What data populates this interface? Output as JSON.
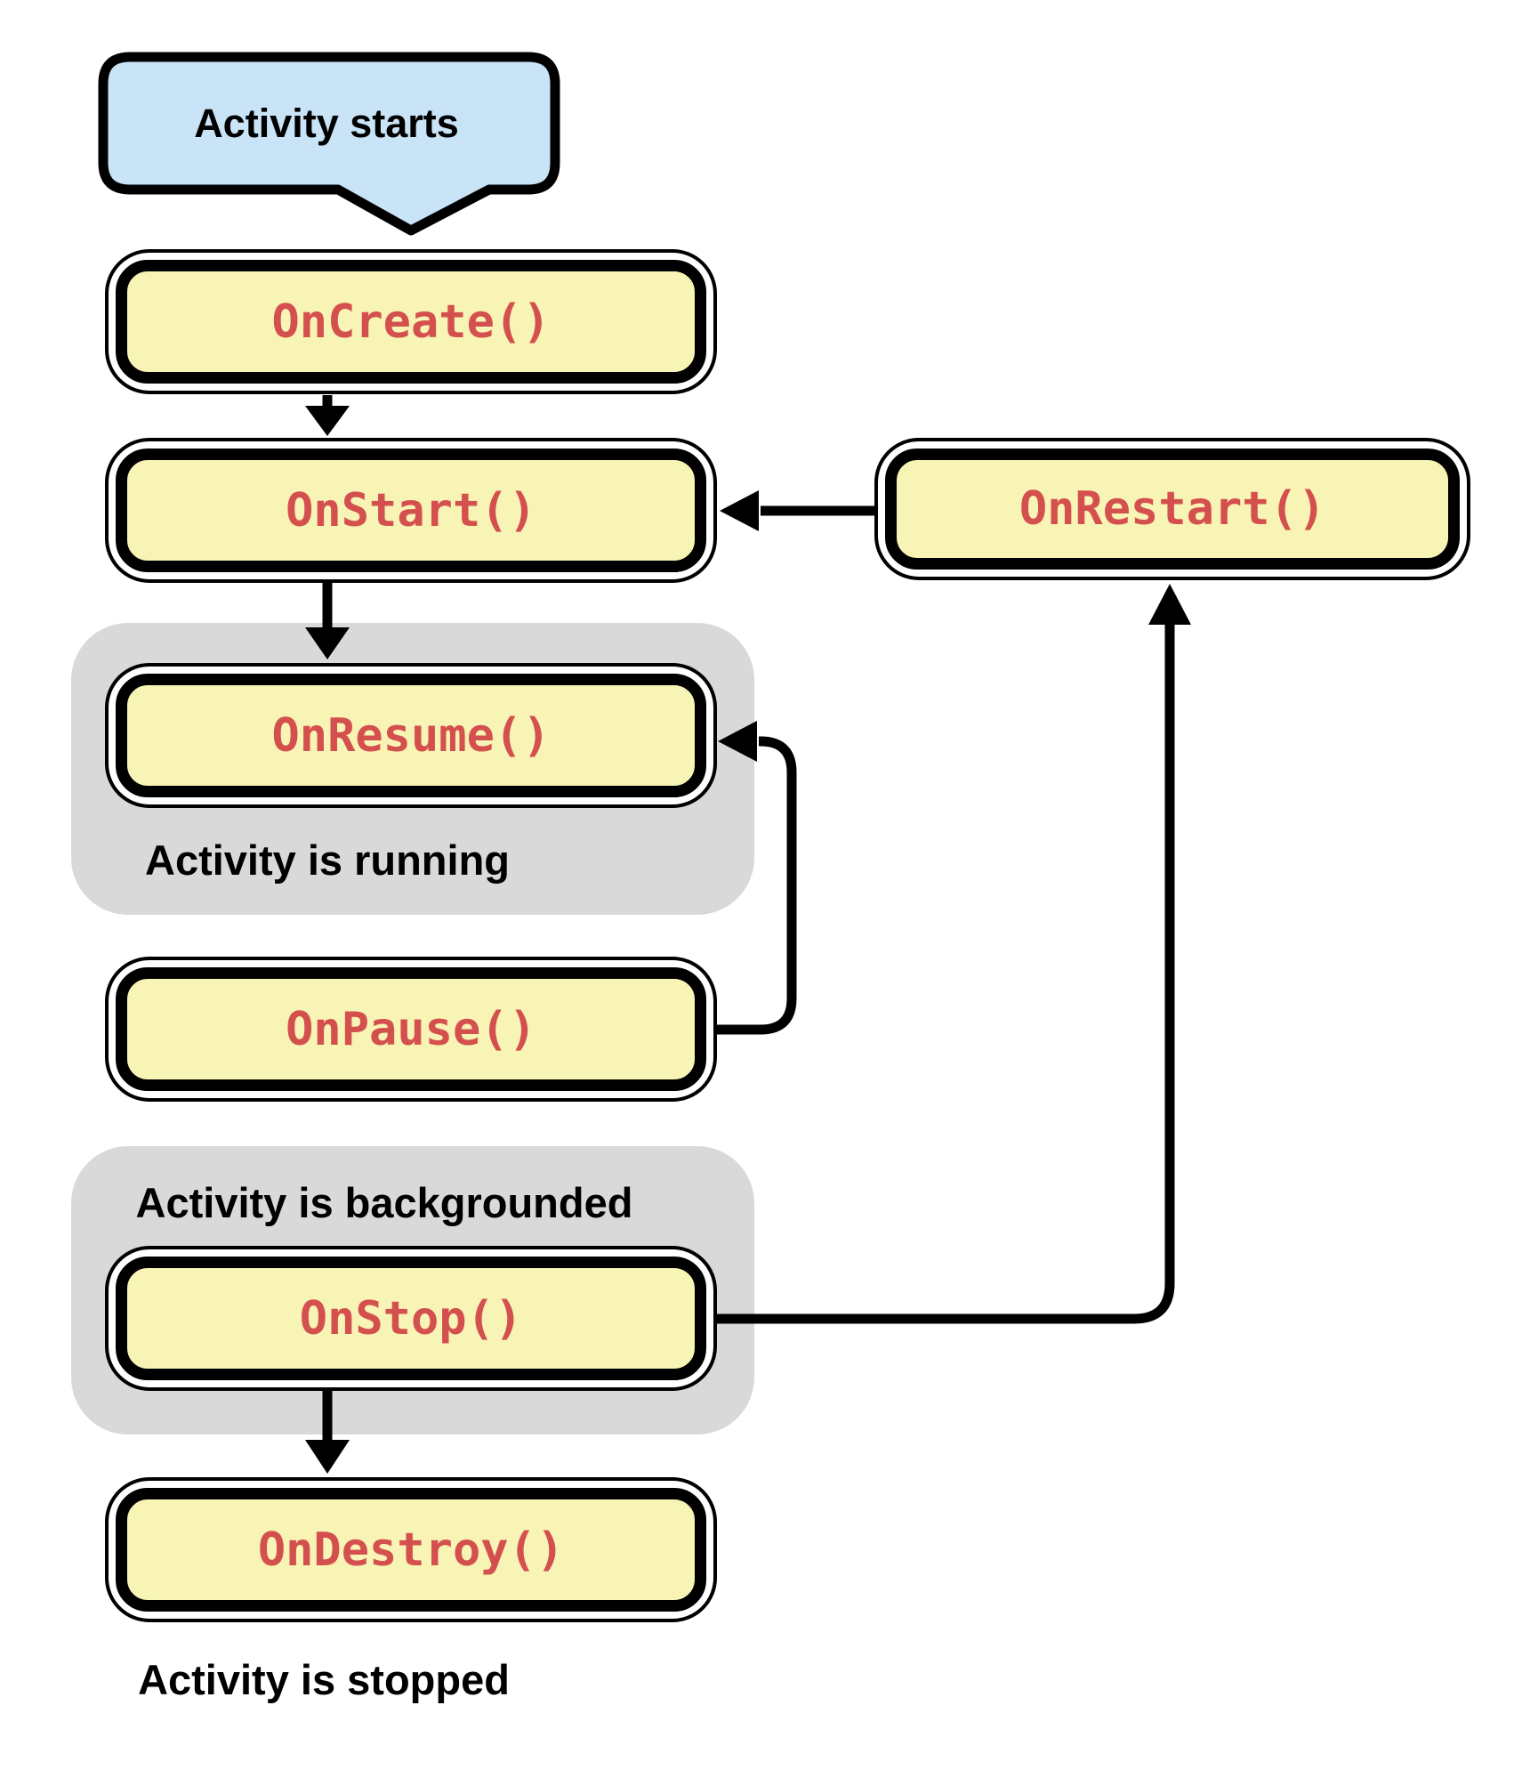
{
  "diagram": {
    "start_bubble": {
      "label": "Activity starts"
    },
    "nodes": [
      {
        "id": "on_create",
        "label": "OnCreate()"
      },
      {
        "id": "on_start",
        "label": "OnStart()"
      },
      {
        "id": "on_resume",
        "label": "OnResume()"
      },
      {
        "id": "on_pause",
        "label": "OnPause()"
      },
      {
        "id": "on_stop",
        "label": "OnStop()"
      },
      {
        "id": "on_destroy",
        "label": "OnDestroy()"
      },
      {
        "id": "on_restart",
        "label": "OnRestart()"
      }
    ],
    "region_labels": {
      "running": "Activity is running",
      "backgrounded": "Activity is backgrounded",
      "stopped": "Activity is stopped"
    },
    "edges": [
      {
        "from": "activity_starts",
        "to": "on_create",
        "style": "bubble-tail"
      },
      {
        "from": "on_create",
        "to": "on_start",
        "style": "arrow-down"
      },
      {
        "from": "on_start",
        "to": "on_resume",
        "style": "arrow-down"
      },
      {
        "from": "on_pause",
        "to": "on_resume",
        "style": "arrow-loop-left"
      },
      {
        "from": "on_restart",
        "to": "on_start",
        "style": "arrow-left"
      },
      {
        "from": "on_stop",
        "to": "on_restart",
        "style": "arrow-up-right"
      },
      {
        "from": "on_stop",
        "to": "on_destroy",
        "style": "arrow-down"
      }
    ],
    "colors": {
      "bubble_fill": "#c9e3f7",
      "node_fill": "#f8f4b5",
      "node_text": "#d4504e",
      "region_fill": "#d9d9d9",
      "line": "#000000",
      "background": "#ffffff"
    }
  }
}
